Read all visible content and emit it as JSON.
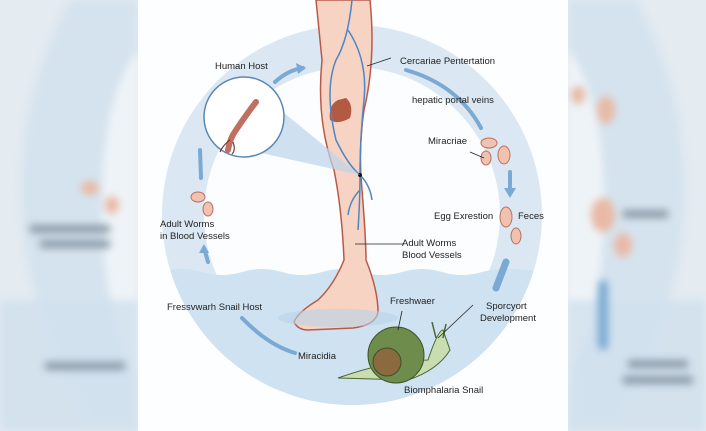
{
  "diagram": {
    "labels": {
      "human_host": "Human Host",
      "cercariae": "Cercariae Pentertation",
      "hepatic": "hepatic portal veins",
      "miracriae": "Miracriae",
      "egg_excretion": "Egg Exrestion",
      "feces": "Feces",
      "adult_worms_left_1": "Adult Worms",
      "adult_worms_left_2": "in Blood Vessels",
      "adult_worms_center_1": "Adult Worms",
      "adult_worms_center_2": "Blood Vessels",
      "snail_host": "Fressvwarh Snail Host",
      "freshwater": "Freshwaer",
      "sporocyst_1": "Sporcyort",
      "sporocyst_2": "Development",
      "miracidia": "Miracidia",
      "biomphalaria": "Biomphalaria Snail"
    },
    "colors": {
      "ring": "#dbe8f3",
      "water": "#cfe2f1",
      "arrow": "#7aa9d3",
      "skin": "#f6d3c2",
      "vein": "#4d86c4",
      "snail_shell": "#6e8c4c",
      "snail_body": "#c9ddb0"
    }
  }
}
